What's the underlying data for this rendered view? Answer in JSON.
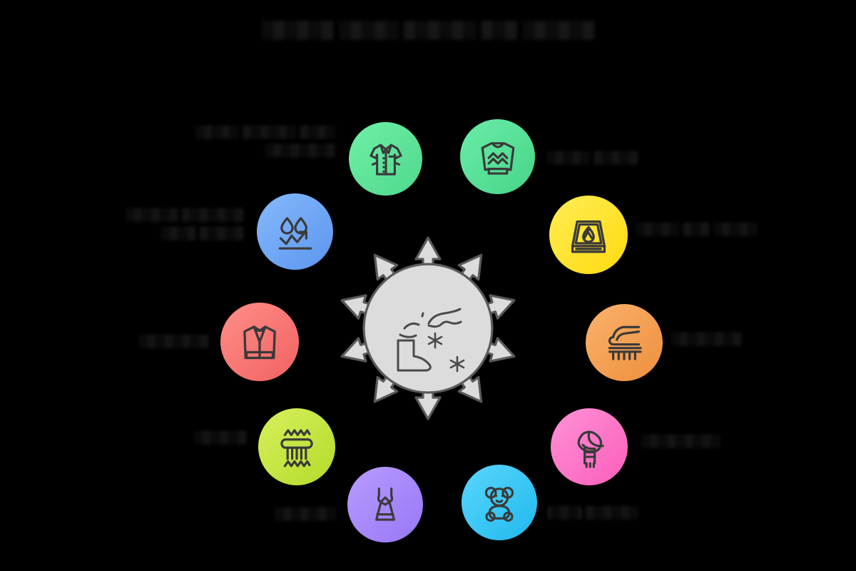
{
  "title": {
    "text": "░▒░▒░▒  ░▒░▒░  ▒░▒░▒░ ▒░▒  ░▒░▒░▒",
    "legible": false,
    "note": "title text is visually blurred / illegible in the source image"
  },
  "diagram": {
    "type": "radial-hub-and-spoke",
    "node_count": 10,
    "spoke_count": 10,
    "center": {
      "label": "central-hub",
      "color": "#d8d8d8",
      "outline": "#5a5a5a",
      "icon": "sock-dust-sparkle-icon",
      "icon_description": "line-art sock with swoosh and sparkle marks"
    },
    "background": "#000000"
  },
  "nodes": [
    {
      "id": "node-shirt",
      "icon": "shirt-icon",
      "color": "#5FE09A",
      "color_end": "#6FEFA6",
      "position": "top-left-inner",
      "label": {
        "text": "░▒░▒░ ▒░▒░▒░ ▒░▒░\n░▒░▒░▒░▒",
        "align": "right",
        "legible": false
      }
    },
    {
      "id": "node-sweater",
      "icon": "sweater-icon",
      "color": "#52DE96",
      "color_end": "#6BEDA8",
      "position": "top-right-inner",
      "label": {
        "text": "░▒░▒░ ▒░▒░▒",
        "align": "left",
        "legible": false
      }
    },
    {
      "id": "node-water-repellent",
      "icon": "water-repellent-icon",
      "color": "#6FA8F5",
      "color_end": "#82B6FB",
      "position": "upper-left",
      "label": {
        "text": "░▒░▒░▒ ▒░▒░▒░▒\n░▒░▒ ▒░▒░▒",
        "align": "right",
        "legible": false
      }
    },
    {
      "id": "node-absorbent-towel",
      "icon": "folded-towel-droplet-icon",
      "color": "#FFE224",
      "color_end": "#FFEB4D",
      "position": "upper-right",
      "label": {
        "text": "░▒░▒░ ▒░▒ ░▒░▒░",
        "align": "left",
        "legible": false
      }
    },
    {
      "id": "node-cardigan",
      "icon": "cardigan-icon",
      "color": "#F76E6E",
      "color_end": "#FF8A85",
      "position": "left",
      "label": {
        "text": "░▒░▒░▒░▒",
        "align": "right",
        "legible": false
      }
    },
    {
      "id": "node-fleece-brush",
      "icon": "fabric-brush-icon",
      "color": "#F2994A",
      "color_end": "#FBAF68",
      "position": "right",
      "label": {
        "text": "░▒░▒░▒░▒",
        "align": "left",
        "legible": false
      }
    },
    {
      "id": "node-textile-fringe",
      "icon": "textile-fringe-icon",
      "color": "#C3E33C",
      "color_end": "#D2EE57",
      "position": "lower-left",
      "label": {
        "text": "░▒░▒░▒",
        "align": "right",
        "legible": false
      }
    },
    {
      "id": "node-scarf",
      "icon": "scarf-icon",
      "color": "#FF72C6",
      "color_end": "#FF8ED2",
      "position": "lower-right",
      "label": {
        "text": "░▒░▒░▒░▒░",
        "align": "left",
        "legible": false
      }
    },
    {
      "id": "node-dress",
      "icon": "dress-icon",
      "color": "#A585FA",
      "color_end": "#B79BFD",
      "position": "bottom-left-inner",
      "label": {
        "text": "░▒░▒░▒░",
        "align": "right",
        "legible": false
      }
    },
    {
      "id": "node-teddy-bear",
      "icon": "teddy-bear-icon",
      "color": "#33C5F5",
      "color_end": "#57D4FB",
      "position": "bottom-right-inner",
      "label": {
        "text": "[░▒░]  ▒░▒░▒░",
        "align": "left",
        "legible": false
      }
    }
  ]
}
